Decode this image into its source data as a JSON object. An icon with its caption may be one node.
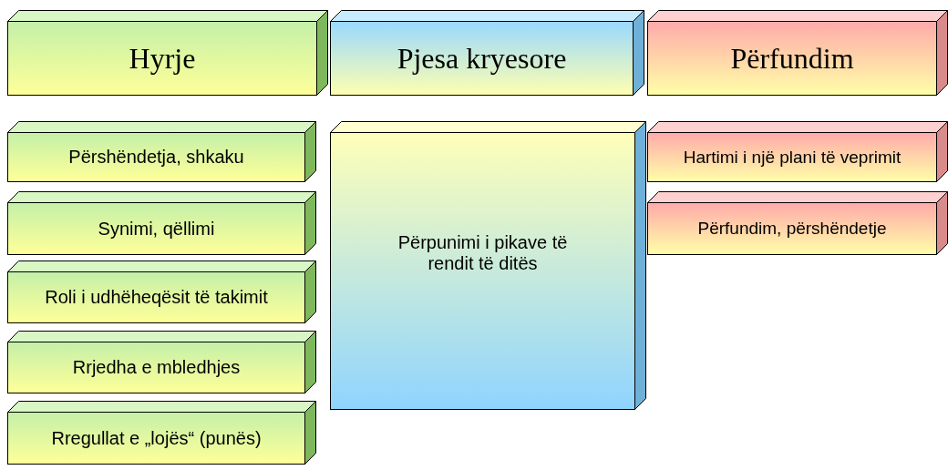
{
  "diagram": {
    "nodes": [
      {
        "text": [
          "Hyrje"
        ]
      },
      {
        "text": [
          "Pjesa kryesore"
        ]
      },
      {
        "text": [
          "Përfundim"
        ]
      },
      {
        "text": [
          "Përshëndetja, shkaku"
        ]
      },
      {
        "text": [
          "Synimi, qëllimi"
        ]
      },
      {
        "text": [
          "Roli i udhëheqësit të takimit"
        ]
      },
      {
        "text": [
          "Rrjedha e mbledhjes"
        ]
      },
      {
        "text": [
          "Rregullat e „lojës“ (punës)"
        ]
      },
      {
        "text": [
          "Përpunimi i pikave të rendit të ditës"
        ]
      },
      {
        "text": [
          "Hartimi i një plani të veprimit"
        ]
      },
      {
        "text": [
          "Përfundim, përshëndetje"
        ]
      }
    ]
  }
}
